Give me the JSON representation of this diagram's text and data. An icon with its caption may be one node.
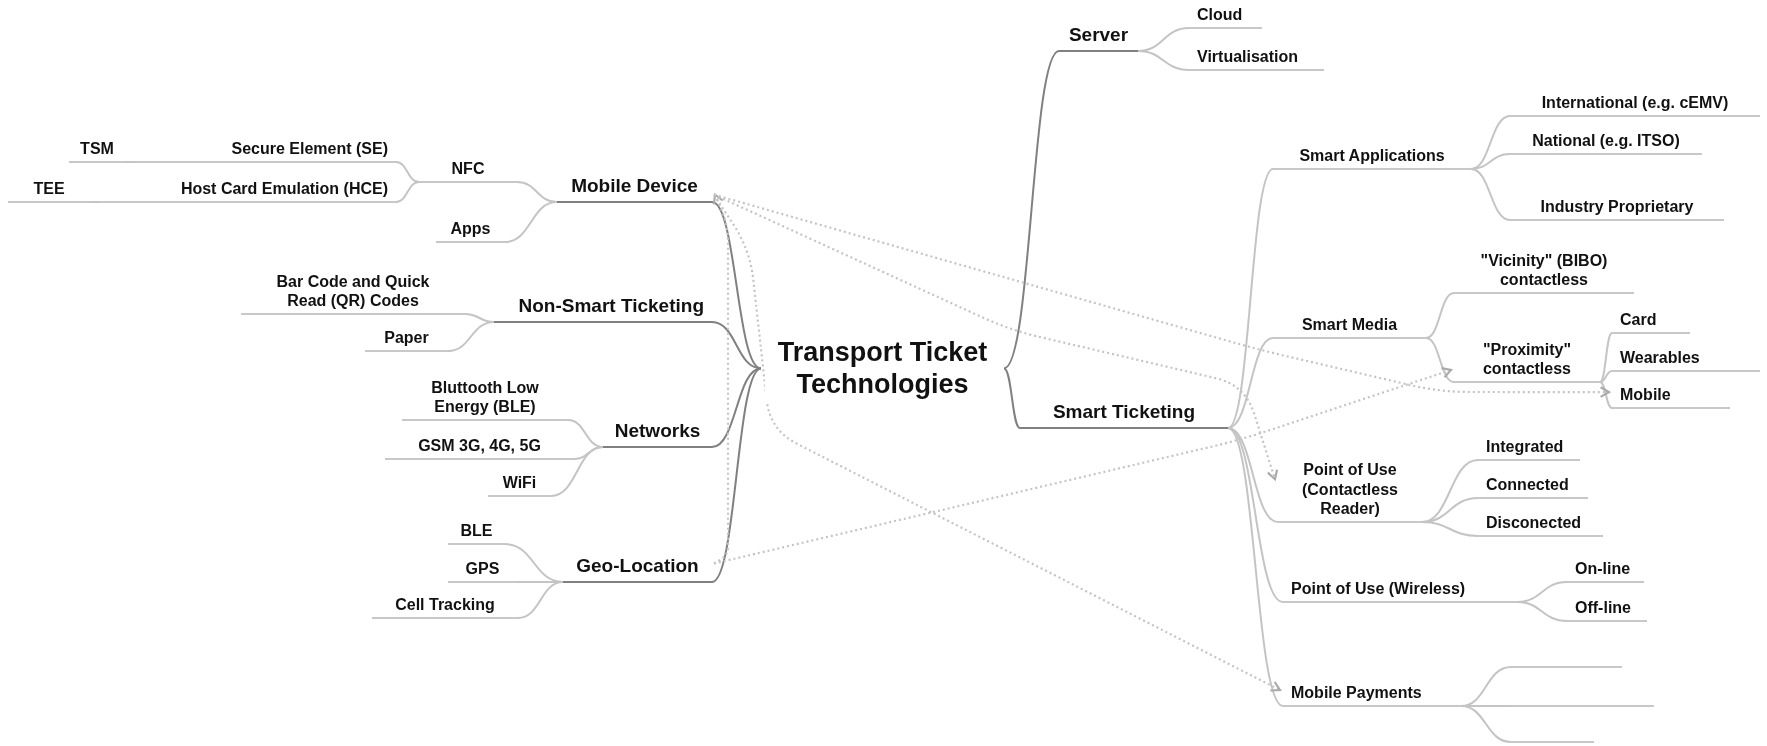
{
  "diagram": {
    "nodes": [
      {
        "text": [
          "Transport Ticket Technologies"
        ]
      },
      {
        "text": [
          "Server"
        ]
      },
      {
        "text": [
          "Cloud"
        ]
      },
      {
        "text": [
          "Virtualisation"
        ]
      },
      {
        "text": [
          "Smart Ticketing"
        ]
      },
      {
        "text": [
          "Smart Applications"
        ]
      },
      {
        "text": [
          "International (e.g. cEMV)"
        ]
      },
      {
        "text": [
          "National (e.g. ITSO)"
        ]
      },
      {
        "text": [
          "Industry Proprietary"
        ]
      },
      {
        "text": [
          "Smart Media"
        ]
      },
      {
        "text": [
          "\"Vicinity\" (BIBO) contactless"
        ]
      },
      {
        "text": [
          "\"Proximity\" contactless"
        ]
      },
      {
        "text": [
          "Card"
        ]
      },
      {
        "text": [
          "Wearables"
        ]
      },
      {
        "text": [
          "Mobile"
        ]
      },
      {
        "text": [
          "Point of Use (Contactless Reader)"
        ]
      },
      {
        "text": [
          "Integrated"
        ]
      },
      {
        "text": [
          "Connected"
        ]
      },
      {
        "text": [
          "Disconected"
        ]
      },
      {
        "text": [
          "Point of Use (Wireless)"
        ]
      },
      {
        "text": [
          "On-line"
        ]
      },
      {
        "text": [
          "Off-line"
        ]
      },
      {
        "text": [
          "Mobile Payments"
        ]
      },
      {
        "text": [],
        "shape": "bar"
      },
      {
        "text": [],
        "shape": "bar"
      },
      {
        "text": [],
        "shape": "bar"
      },
      {
        "text": [
          "Mobile Device"
        ]
      },
      {
        "text": [
          "NFC"
        ]
      },
      {
        "text": [
          "Secure Element (SE)"
        ]
      },
      {
        "text": [
          "TSM"
        ]
      },
      {
        "text": [
          "Host Card Emulation (HCE)"
        ]
      },
      {
        "text": [
          "TEE"
        ]
      },
      {
        "text": [
          "Apps"
        ]
      },
      {
        "text": [
          "Non-Smart Ticketing"
        ]
      },
      {
        "text": [
          "Bar Code and Quick Read (QR) Codes"
        ]
      },
      {
        "text": [
          "Paper"
        ]
      },
      {
        "text": [
          "Networks"
        ]
      },
      {
        "text": [
          "Bluttooth Low Energy (BLE)"
        ]
      },
      {
        "text": [
          "GSM 3G, 4G, 5G"
        ]
      },
      {
        "text": [
          "WiFi"
        ]
      },
      {
        "text": [
          "Geo-Location"
        ]
      },
      {
        "text": [
          "BLE"
        ]
      },
      {
        "text": [
          "GPS"
        ]
      },
      {
        "text": [
          "Cell Tracking"
        ]
      }
    ],
    "edges": [
      {
        "from": 0,
        "to": 1,
        "arrow": "none",
        "color": "#808080"
      },
      {
        "from": 0,
        "to": 4,
        "arrow": "none",
        "color": "#808080"
      },
      {
        "from": 0,
        "to": 26,
        "arrow": "none",
        "color": "#808080"
      },
      {
        "from": 0,
        "to": 33,
        "arrow": "none",
        "color": "#808080"
      },
      {
        "from": 0,
        "to": 36,
        "arrow": "none",
        "color": "#808080"
      },
      {
        "from": 0,
        "to": 40,
        "arrow": "none",
        "color": "#808080"
      },
      {
        "from": 1,
        "to": 2,
        "arrow": "none"
      },
      {
        "from": 1,
        "to": 3,
        "arrow": "none"
      },
      {
        "from": 4,
        "to": 5,
        "arrow": "none"
      },
      {
        "from": 4,
        "to": 9,
        "arrow": "none"
      },
      {
        "from": 4,
        "to": 15,
        "arrow": "none"
      },
      {
        "from": 4,
        "to": 19,
        "arrow": "none"
      },
      {
        "from": 4,
        "to": 22,
        "arrow": "none"
      },
      {
        "from": 5,
        "to": 6,
        "arrow": "none"
      },
      {
        "from": 5,
        "to": 7,
        "arrow": "none"
      },
      {
        "from": 5,
        "to": 8,
        "arrow": "none"
      },
      {
        "from": 9,
        "to": 10,
        "arrow": "none"
      },
      {
        "from": 9,
        "to": 11,
        "arrow": "none"
      },
      {
        "from": 11,
        "to": 12,
        "arrow": "none"
      },
      {
        "from": 11,
        "to": 13,
        "arrow": "none"
      },
      {
        "from": 11,
        "to": 14,
        "arrow": "none"
      },
      {
        "from": 15,
        "to": 16,
        "arrow": "none"
      },
      {
        "from": 15,
        "to": 17,
        "arrow": "none"
      },
      {
        "from": 15,
        "to": 18,
        "arrow": "none"
      },
      {
        "from": 19,
        "to": 20,
        "arrow": "none"
      },
      {
        "from": 19,
        "to": 21,
        "arrow": "none"
      },
      {
        "from": 22,
        "to": 23,
        "arrow": "none"
      },
      {
        "from": 22,
        "to": 24,
        "arrow": "none"
      },
      {
        "from": 22,
        "to": 25,
        "arrow": "none"
      },
      {
        "from": 26,
        "to": 27,
        "arrow": "none"
      },
      {
        "from": 26,
        "to": 32,
        "arrow": "none"
      },
      {
        "from": 27,
        "to": 28,
        "arrow": "none"
      },
      {
        "from": 27,
        "to": 30,
        "arrow": "none"
      },
      {
        "from": 28,
        "to": 29,
        "arrow": "none"
      },
      {
        "from": 30,
        "to": 31,
        "arrow": "none"
      },
      {
        "from": 33,
        "to": 34,
        "arrow": "none"
      },
      {
        "from": 33,
        "to": 35,
        "arrow": "none"
      },
      {
        "from": 36,
        "to": 37,
        "arrow": "none"
      },
      {
        "from": 36,
        "to": 38,
        "arrow": "none"
      },
      {
        "from": 36,
        "to": 39,
        "arrow": "none"
      },
      {
        "from": 40,
        "to": 41,
        "arrow": "none"
      },
      {
        "from": 40,
        "to": 42,
        "arrow": "none"
      },
      {
        "from": 40,
        "to": 43,
        "arrow": "none"
      },
      {
        "from": 40,
        "to": 26,
        "arrow": "to",
        "style": "dashed"
      },
      {
        "from": 26,
        "to": 14,
        "arrow": "to",
        "style": "dashed"
      },
      {
        "from": 26,
        "to": 15,
        "arrow": "to",
        "style": "dashed"
      },
      {
        "from": 26,
        "to": 22,
        "arrow": "to",
        "style": "dashed"
      },
      {
        "from": 40,
        "to": 11,
        "arrow": "to",
        "style": "dashed"
      }
    ]
  }
}
